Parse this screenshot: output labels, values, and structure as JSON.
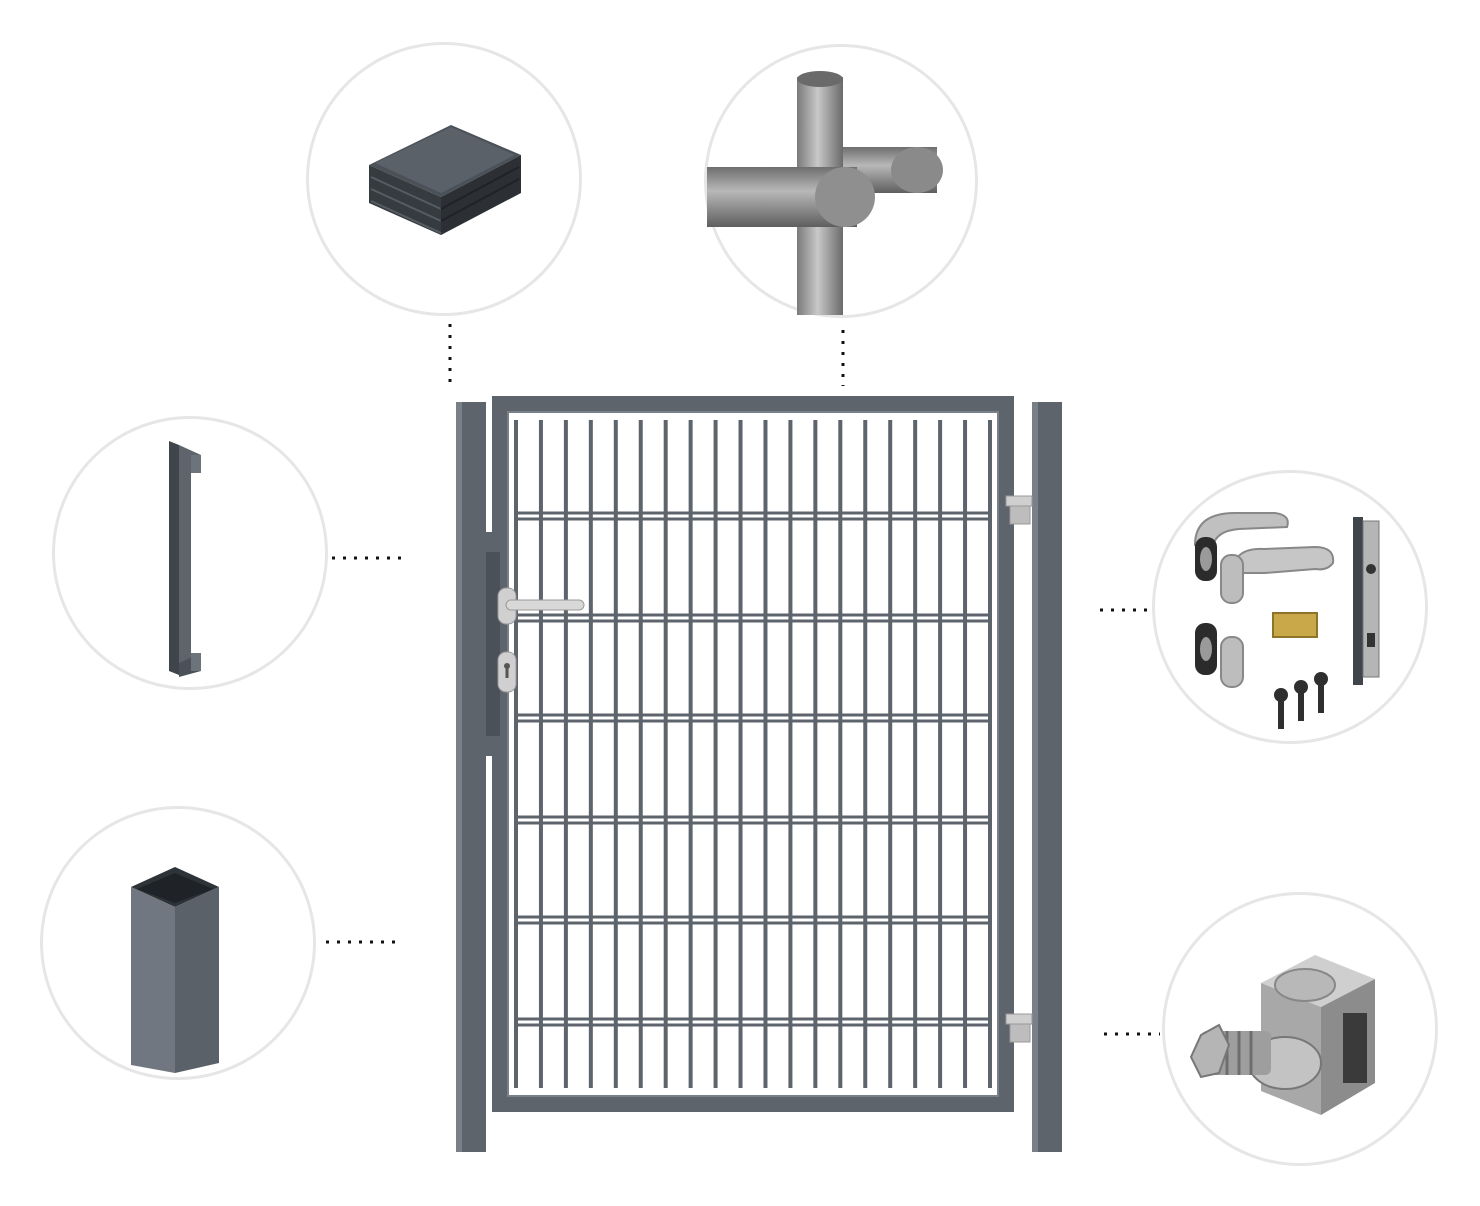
{
  "diagram": {
    "subject": "gate-with-components",
    "colors": {
      "frame": "#5d646c",
      "frame_light": "#7a8088",
      "frame_dark": "#3f454b",
      "steel": "#9c9c9c",
      "steel_light": "#c9c9c9",
      "steel_dark": "#6f6f6f",
      "brass": "#c9a84a",
      "circle_border": "#e6e6e6",
      "dots": "#111111"
    },
    "components": [
      {
        "id": "post-cap",
        "icon": "square-post-cap-icon"
      },
      {
        "id": "weld-joint",
        "icon": "round-bar-cross-joint-icon"
      },
      {
        "id": "lock-strike-profile",
        "icon": "strike-profile-icon"
      },
      {
        "id": "hardware-set",
        "icon": "handle-lock-set-icon"
      },
      {
        "id": "square-post",
        "icon": "square-post-icon"
      },
      {
        "id": "hinge",
        "icon": "adjustable-hinge-icon"
      }
    ]
  }
}
